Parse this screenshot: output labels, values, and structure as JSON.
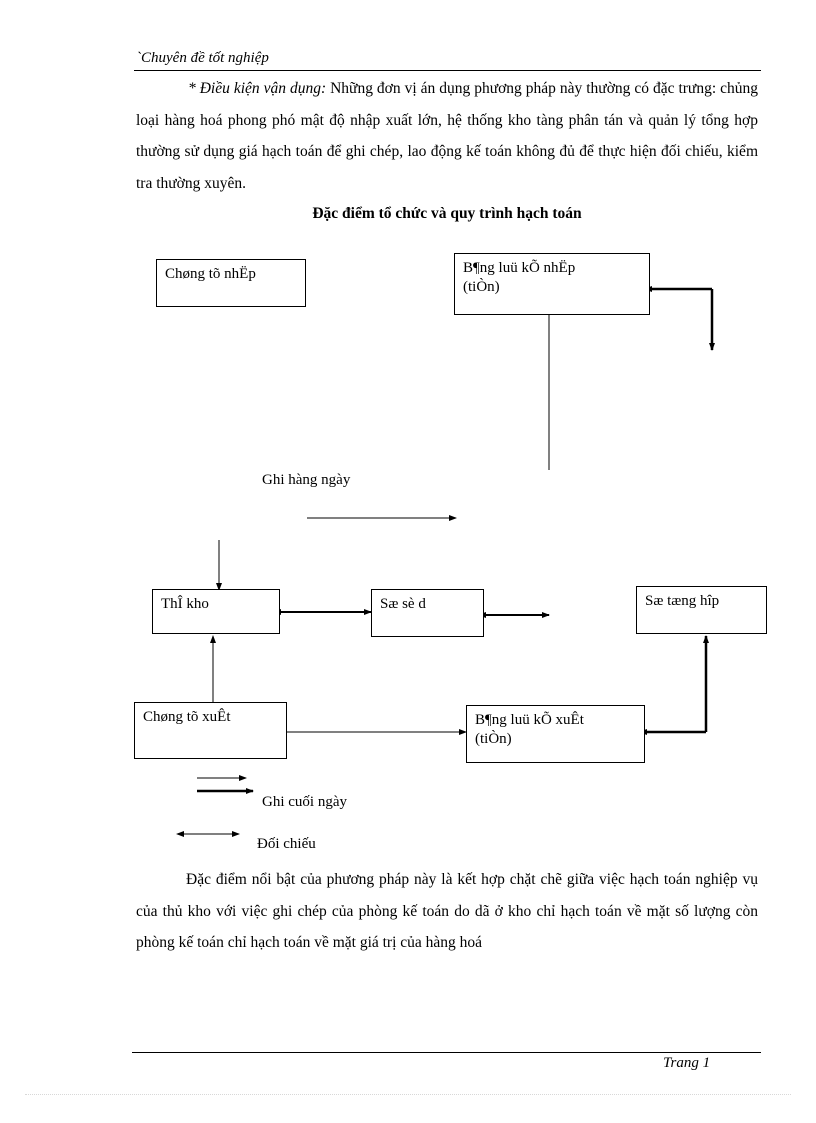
{
  "header": {
    "title": "`Chuyên đề tốt nghiệp"
  },
  "intro_paragraph": {
    "lead_label": "* Điều kiện vận dụng:",
    "body": " Những đơn vị án dụng phương pháp này thường có đặc trưng: chủng loại hàng hoá phong phó mật độ nhập xuất lớn, hệ thống kho tàng phân tán và quản lý tổng hợp thường sử dụng giá hạch toán để ghi chép, lao động kế toán không đủ để thực hiện đối chiếu, kiểm tra thường xuyên."
  },
  "diagram": {
    "title": "Đặc điểm tổ chức và quy trình hạch toán",
    "boxes": {
      "import_voucher": "Chøng tõ nhËp",
      "import_summary_line1": "B¶ng luü kÕ nhËp",
      "import_summary_line2": "(tiÒn)",
      "stock_card": "ThÎ kho",
      "balance_book": "Sæ sè d",
      "general_ledger": "Sæ tæng hîp",
      "export_voucher": "Chøng tõ xuÊt",
      "export_summary_line1": "B¶ng luü kÕ xuÊt",
      "export_summary_line2": "(tiÒn)"
    },
    "legend": {
      "daily": "Ghi hàng ngày",
      "end_of_day": "Ghi cuối ngày",
      "reconcile": "Đối chiếu"
    }
  },
  "closing_paragraph": "Đặc điểm nổi bật của phương pháp này là kết hợp chặt chẽ giữa việc hạch toán nghiệp vụ của thủ kho với việc ghi chép của phòng kế toán do dã ở kho chỉ hạch toán về mặt số lượng còn phòng kế toán chỉ hạch toán về mặt giá trị của hàng hoá",
  "footer": {
    "page_label": "Trang 1"
  }
}
